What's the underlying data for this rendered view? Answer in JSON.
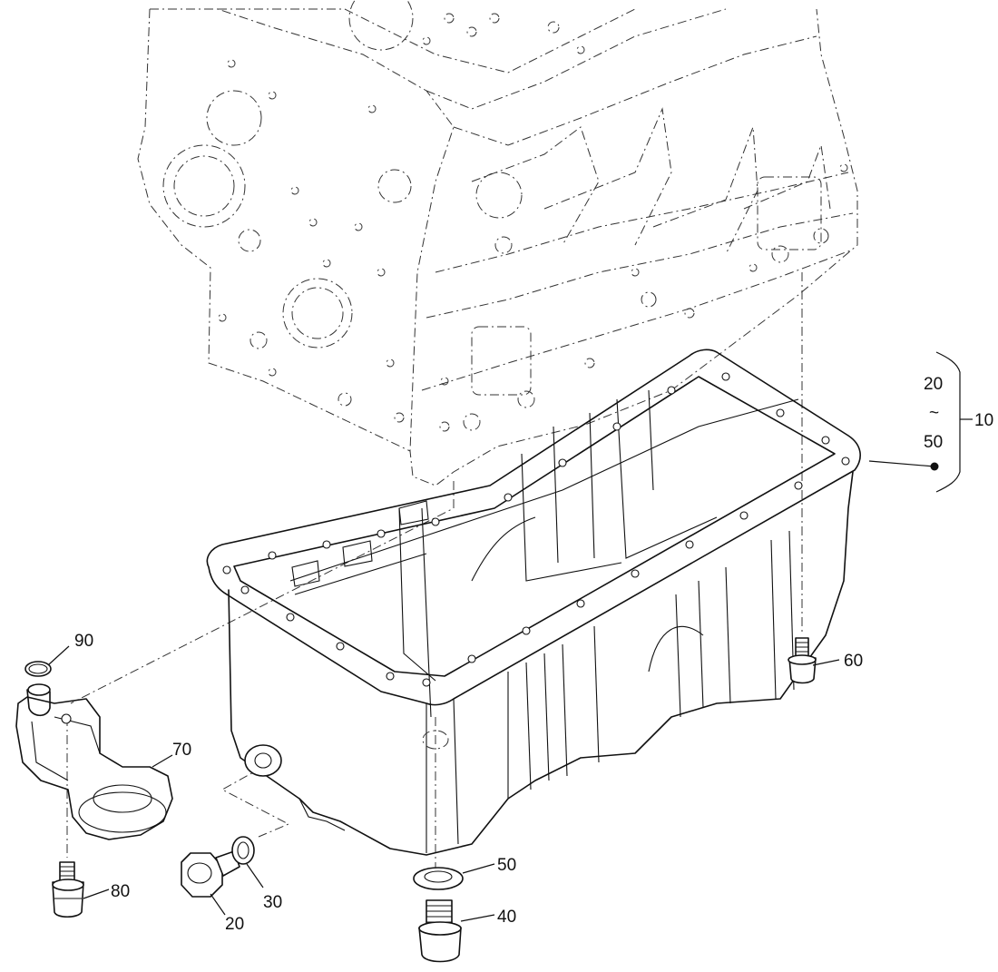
{
  "callouts": {
    "c10": "10",
    "c20_range_start": "20",
    "c20_range_tilde": "~",
    "c20_range_end": "50",
    "c20": "20",
    "c30": "30",
    "c40": "40",
    "c50": "50",
    "c60": "60",
    "c70": "70",
    "c80": "80",
    "c90": "90"
  }
}
